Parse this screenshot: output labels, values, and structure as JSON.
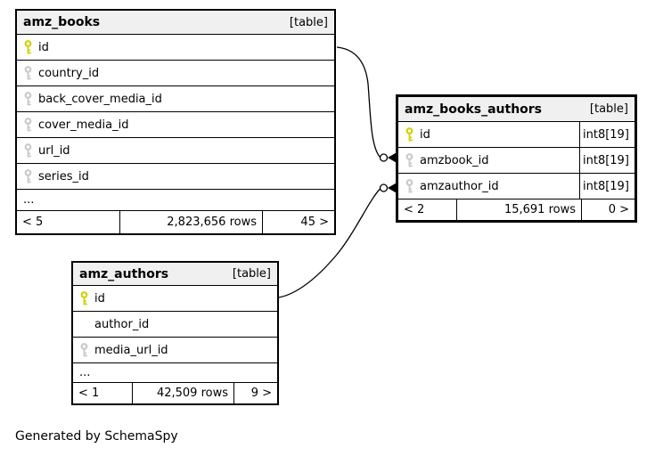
{
  "page": {
    "caption": "Generated by SchemaSpy"
  },
  "colors": {
    "primary_key": "#d1d100",
    "foreign_key": "#c9c9c9",
    "header_bg": "#f0f0f0",
    "border": "#000000",
    "background": "#ffffff"
  },
  "tables": {
    "amz_books": {
      "title": "amz_books",
      "tag": "[table]",
      "columns": [
        {
          "name": "id",
          "key": "primary"
        },
        {
          "name": "country_id",
          "key": "foreign"
        },
        {
          "name": "back_cover_media_id",
          "key": "foreign"
        },
        {
          "name": "cover_media_id",
          "key": "foreign"
        },
        {
          "name": "url_id",
          "key": "foreign"
        },
        {
          "name": "series_id",
          "key": "foreign"
        },
        {
          "name": "...",
          "key": "ellipsis"
        }
      ],
      "footer": {
        "left": "< 5",
        "center": "2,823,656 rows",
        "right": "45 >"
      }
    },
    "amz_books_authors": {
      "title": "amz_books_authors",
      "tag": "[table]",
      "columns": [
        {
          "name": "id",
          "type": "int8[19]",
          "key": "primary"
        },
        {
          "name": "amzbook_id",
          "type": "int8[19]",
          "key": "foreign"
        },
        {
          "name": "amzauthor_id",
          "type": "int8[19]",
          "key": "foreign"
        }
      ],
      "footer": {
        "left": "< 2",
        "center": "15,691 rows",
        "right": "0 >"
      }
    },
    "amz_authors": {
      "title": "amz_authors",
      "tag": "[table]",
      "columns": [
        {
          "name": "id",
          "key": "primary"
        },
        {
          "name": "author_id",
          "key": "none"
        },
        {
          "name": "media_url_id",
          "key": "foreign"
        },
        {
          "name": "...",
          "key": "ellipsis"
        }
      ],
      "footer": {
        "left": "< 1",
        "center": "42,509 rows",
        "right": "9 >"
      }
    }
  },
  "relationships": [
    {
      "from": "amz_books.id",
      "to": "amz_books_authors.amzbook_id"
    },
    {
      "from": "amz_authors.id",
      "to": "amz_books_authors.amzauthor_id"
    }
  ]
}
